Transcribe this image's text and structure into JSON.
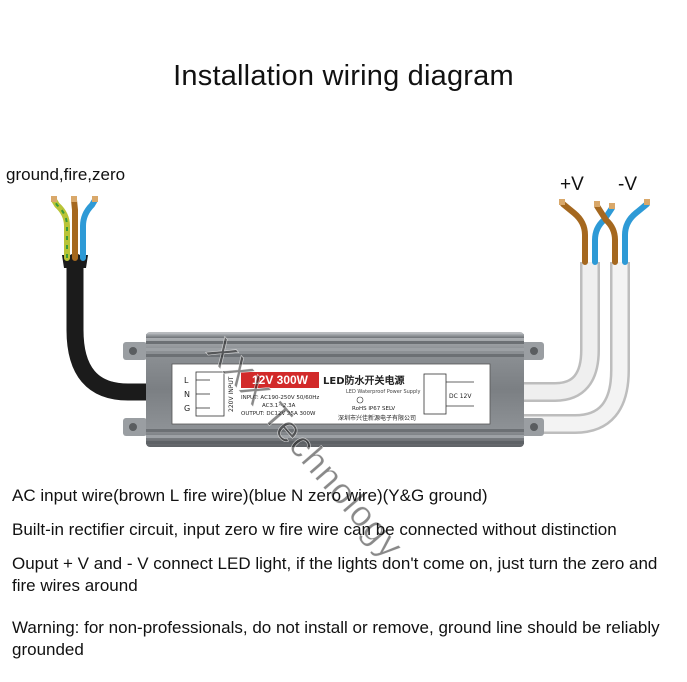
{
  "title": "Installation wiring diagram",
  "labels": {
    "input_wires": "ground,fire,zero",
    "plus_v": "+V",
    "minus_v": "-V"
  },
  "device": {
    "badge": "12V 300W",
    "brand_line": "LED防水开关电源",
    "subtitle": "LED Waterproof Power Supply",
    "input_spec": "INPUT: AC190-250V 50/60Hz",
    "current_spec": "AC3.1~2.3A",
    "output_spec": "OUTPUT: DC12V 25A 300W",
    "certs": "RoHS  IP67  SELV",
    "maker": "深圳市兴佳新源电子有限公司",
    "left_terminals": [
      "L",
      "N",
      "G"
    ],
    "left_vertical": "220V INPUT",
    "right_label": "DC 12V"
  },
  "watermark": "XXX Technology",
  "notes": [
    "AC input wire(brown L fire wire)(blue N zero wire)(Y&G ground)",
    "Built-in rectifier circuit, input zero w fire wire can be connected without distinction",
    "Ouput  + V and - V connect LED light, if the lights don't come on, just turn the zero and fire wires around",
    "Warning: for non-professionals, do not install or remove, ground line should be reliably grounded"
  ],
  "colors": {
    "brown_wire": "#a5681f",
    "blue_wire": "#2e9ad6",
    "yellow_green_wire": "#b9c437",
    "cable_black": "#1b1b1b",
    "cable_white": "#e6e6e6",
    "case_gray": "#8a8e92",
    "badge_red": "#d22a2a"
  }
}
